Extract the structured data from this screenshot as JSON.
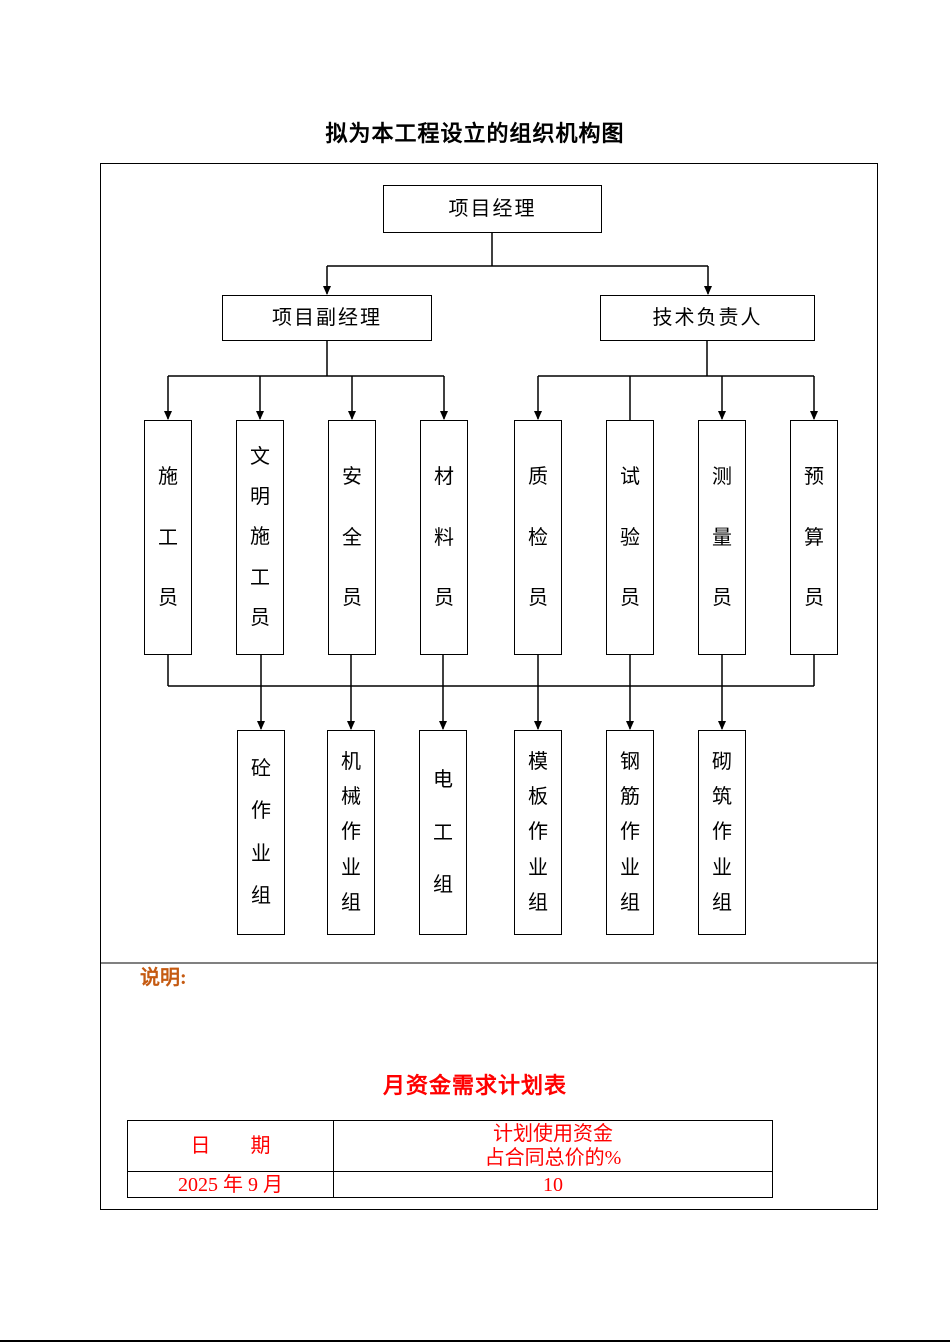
{
  "document": {
    "title": "拟为本工程设立的组织机构图",
    "note_label": "说明:"
  },
  "org_chart": {
    "root": "项目经理",
    "managers": [
      "项目副经理",
      "技术负责人"
    ],
    "staff": [
      "施工员",
      "文明施工员",
      "安全员",
      "材料员",
      "质检员",
      "试验员",
      "测量员",
      "预算员"
    ],
    "teams": [
      "砼作业组",
      "机械作业组",
      "电工组",
      "模板作业组",
      "钢筋作业组",
      "砌筑作业组"
    ]
  },
  "funding_table": {
    "title": "月资金需求计划表",
    "header_date": "日　　期",
    "header_usage_line1": "计划使用资金",
    "header_usage_line2": "占合同总价的%",
    "rows": [
      {
        "date": "2025 年 9 月",
        "value": "10"
      }
    ]
  },
  "colors": {
    "text_red": "#FF0000",
    "note_orange": "#C55A11",
    "line_black": "#000000"
  }
}
